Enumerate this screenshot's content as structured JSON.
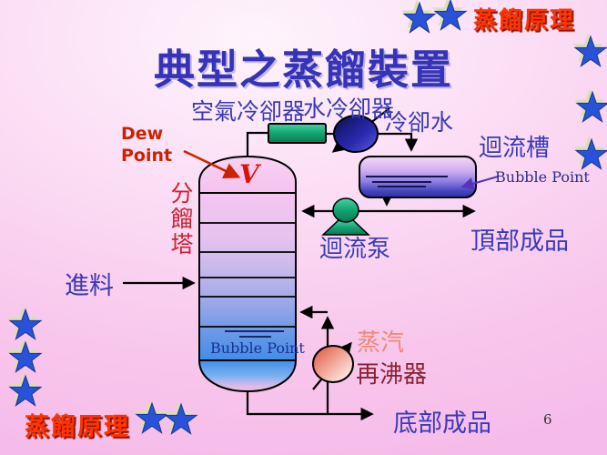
{
  "slide": {
    "title": "典型之蒸餾裝置",
    "page_number": "6",
    "brand_top": "蒸餾原理",
    "brand_bottom": "蒸餾原理"
  },
  "labels": {
    "air_cooler": "空氣冷卻器",
    "water_cooler": "水冷卻器",
    "cooling_water": "冷卻水",
    "reflux_drum": "迴流槽",
    "bubble_point_drum": "Bubble Point",
    "top_product": "頂部成品",
    "reflux_pump": "迴流泵",
    "dew_point": "Dew Point",
    "vapor_symbol": "V",
    "fractionating_column": "分餾塔",
    "feed": "進料",
    "bubble_point_column": "Bubble Point",
    "steam": "蒸汽",
    "reboiler": "再沸器",
    "bottom_product": "底部成品"
  },
  "colors": {
    "background_pink": "#f8c6ec",
    "title_blue": "#3633b6",
    "brand_red": "#ff3300",
    "label_blue": "#3a3ab8",
    "annotation_red": "#cc2200",
    "steam_salmon": "#ee8878",
    "reboiler_dark_red": "#8b2030",
    "column_top_pink": "#f5c5f0",
    "column_bottom_blue": "#3f8ee9",
    "cooler_green": "#15a373",
    "exchanger_navy": "#2a2ab0",
    "star_blue": "#2a52d8"
  }
}
